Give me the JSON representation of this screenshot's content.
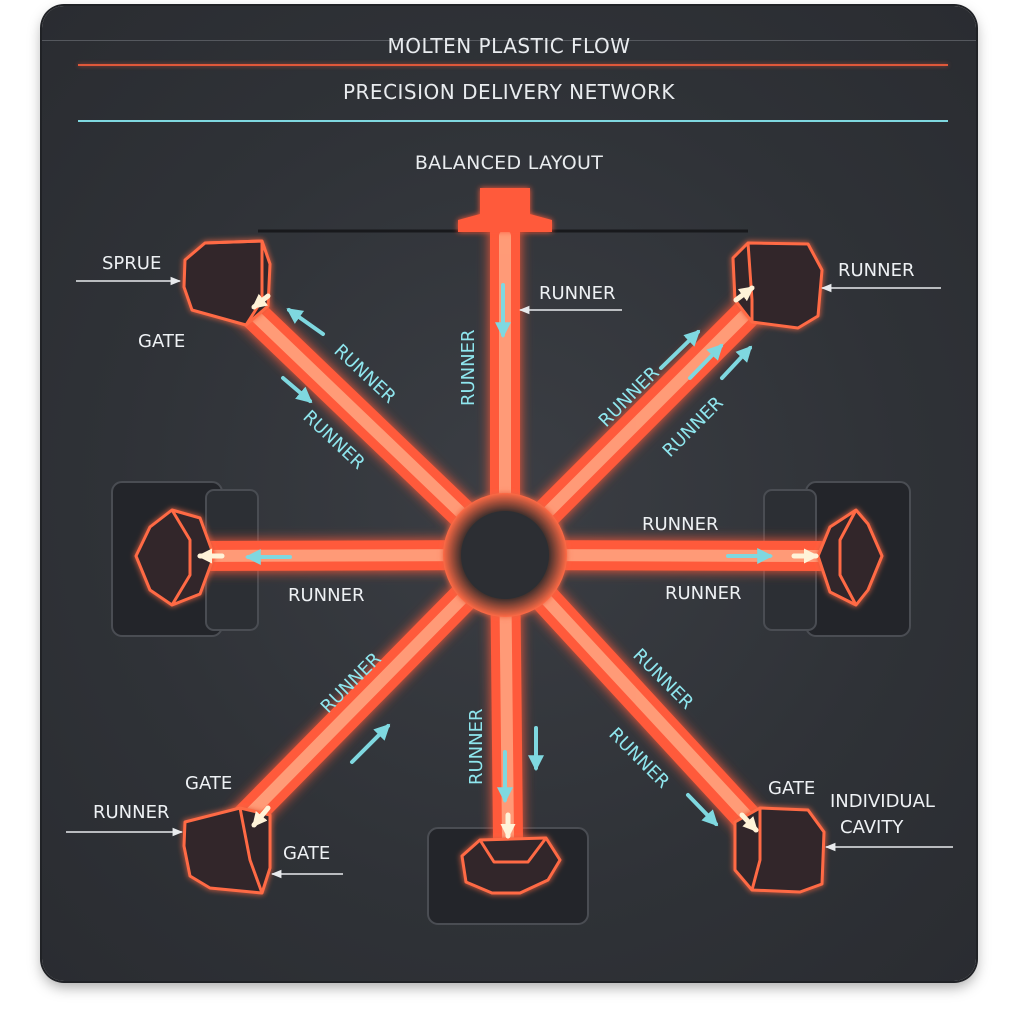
{
  "header": {
    "title": "MOLTEN PLASTIC FLOW",
    "subtitle": "PRECISION DELIVERY NETWORK",
    "layout_label": "BALANCED LAYOUT"
  },
  "callouts": {
    "sprue": "SPRUE",
    "gate_top_left": "GATE",
    "runner_top_right": "RUNNER",
    "runner_top_center": "RUNNER",
    "runner_right_upper": "RUNNER",
    "runner_right_lower": "RUNNER",
    "runner_left": "RUNNER",
    "runner_bottom_left": "RUNNER",
    "gate_bottom_left_upper": "GATE",
    "gate_bottom_left_lower": "GATE",
    "gate_bottom_right": "GATE",
    "cavity_line1": "INDIVIDUAL",
    "cavity_line2": "CAVITY"
  },
  "branch_labels": {
    "nw_a": "RUNNER",
    "nw_b": "RUNNER",
    "n": "RUNNER",
    "ne_a": "RUNNER",
    "ne_b": "RUNNER",
    "sw": "RUNNER",
    "s": "RUNNER",
    "se_a": "RUNNER",
    "se_b": "RUNNER"
  },
  "colors": {
    "panel": "#2f3237",
    "runner": "#ff5a3a",
    "runner_core": "#ffb38f",
    "arrow": "#7fd8e0",
    "text": "#eef1f4"
  }
}
